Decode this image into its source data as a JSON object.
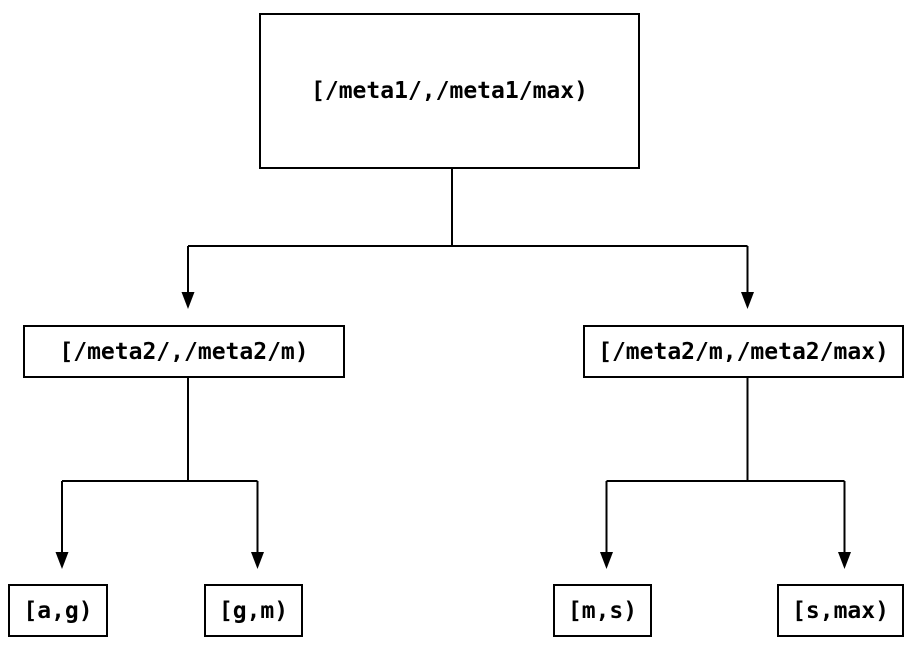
{
  "diagram": {
    "type": "binary-interval-tree",
    "colors": {
      "background": "#ffffff",
      "node_fill": "#ffffff",
      "node_border": "#000000",
      "edge": "#000000",
      "text": "#000000"
    },
    "nodes": {
      "root": {
        "label": "[/meta1/,/meta1/max)"
      },
      "left": {
        "label": "[/meta2/,/meta2/m)"
      },
      "right": {
        "label": "[/meta2/m,/meta2/max)"
      },
      "left_left": {
        "label": "[a,g)"
      },
      "left_right": {
        "label": "[g,m)"
      },
      "right_left": {
        "label": "[m,s)"
      },
      "right_right": {
        "label": "[s,max)"
      }
    },
    "edges": [
      {
        "from": "root",
        "to": "left"
      },
      {
        "from": "root",
        "to": "right"
      },
      {
        "from": "left",
        "to": "left_left"
      },
      {
        "from": "left",
        "to": "left_right"
      },
      {
        "from": "right",
        "to": "right_left"
      },
      {
        "from": "right",
        "to": "right_right"
      }
    ]
  }
}
